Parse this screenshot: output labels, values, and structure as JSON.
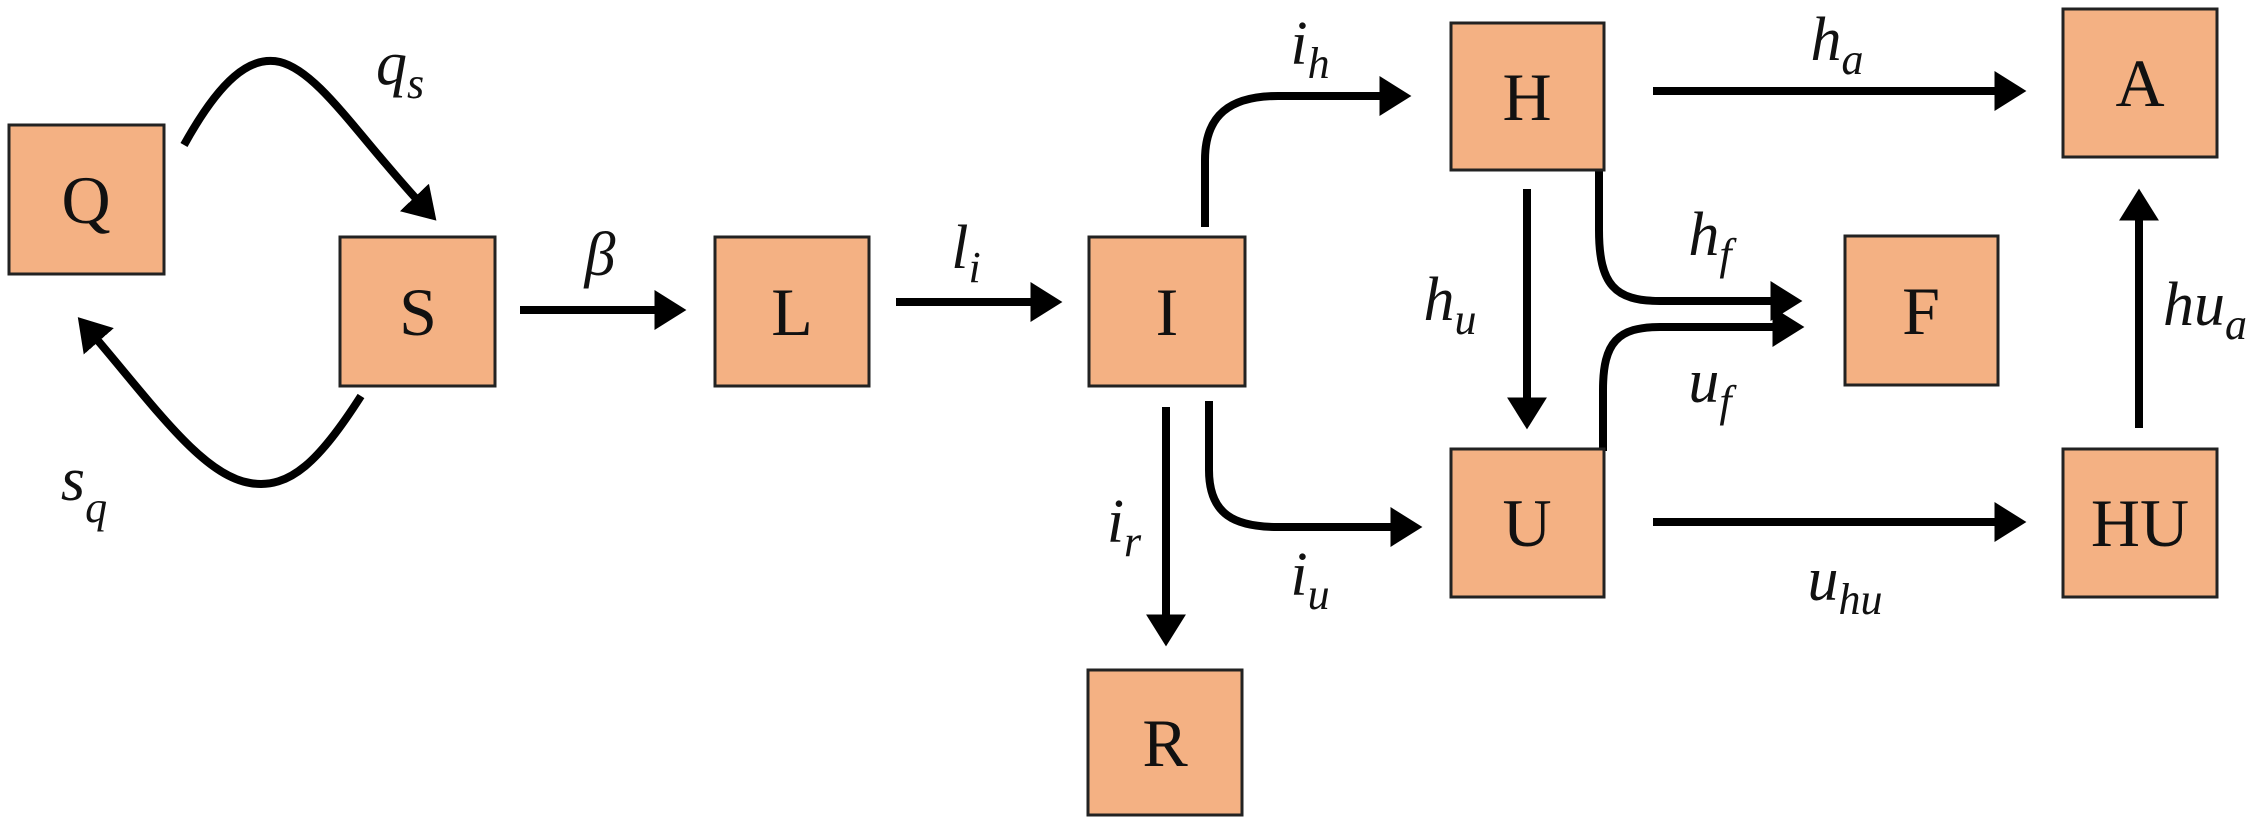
{
  "nodes": {
    "Q": "Q",
    "S": "S",
    "L": "L",
    "I": "I",
    "R": "R",
    "H": "H",
    "U": "U",
    "F": "F",
    "A": "A",
    "HU": "HU"
  },
  "edges": {
    "qs": {
      "main": "q",
      "sub": "s"
    },
    "sq": {
      "main": "s",
      "sub": "q"
    },
    "beta": {
      "main": "β",
      "sub": ""
    },
    "li": {
      "main": "l",
      "sub": "i"
    },
    "ih": {
      "main": "i",
      "sub": "h"
    },
    "iu": {
      "main": "i",
      "sub": "u"
    },
    "ir": {
      "main": "i",
      "sub": "r"
    },
    "ha": {
      "main": "h",
      "sub": "a"
    },
    "hu": {
      "main": "h",
      "sub": "u"
    },
    "hf": {
      "main": "h",
      "sub": "f"
    },
    "uf": {
      "main": "u",
      "sub": "f"
    },
    "uhu": {
      "main": "u",
      "sub": "hu"
    },
    "hua": {
      "main": "hu",
      "sub": "a"
    }
  },
  "colors": {
    "box_fill": "#F4B183",
    "arrow": "#000000"
  }
}
